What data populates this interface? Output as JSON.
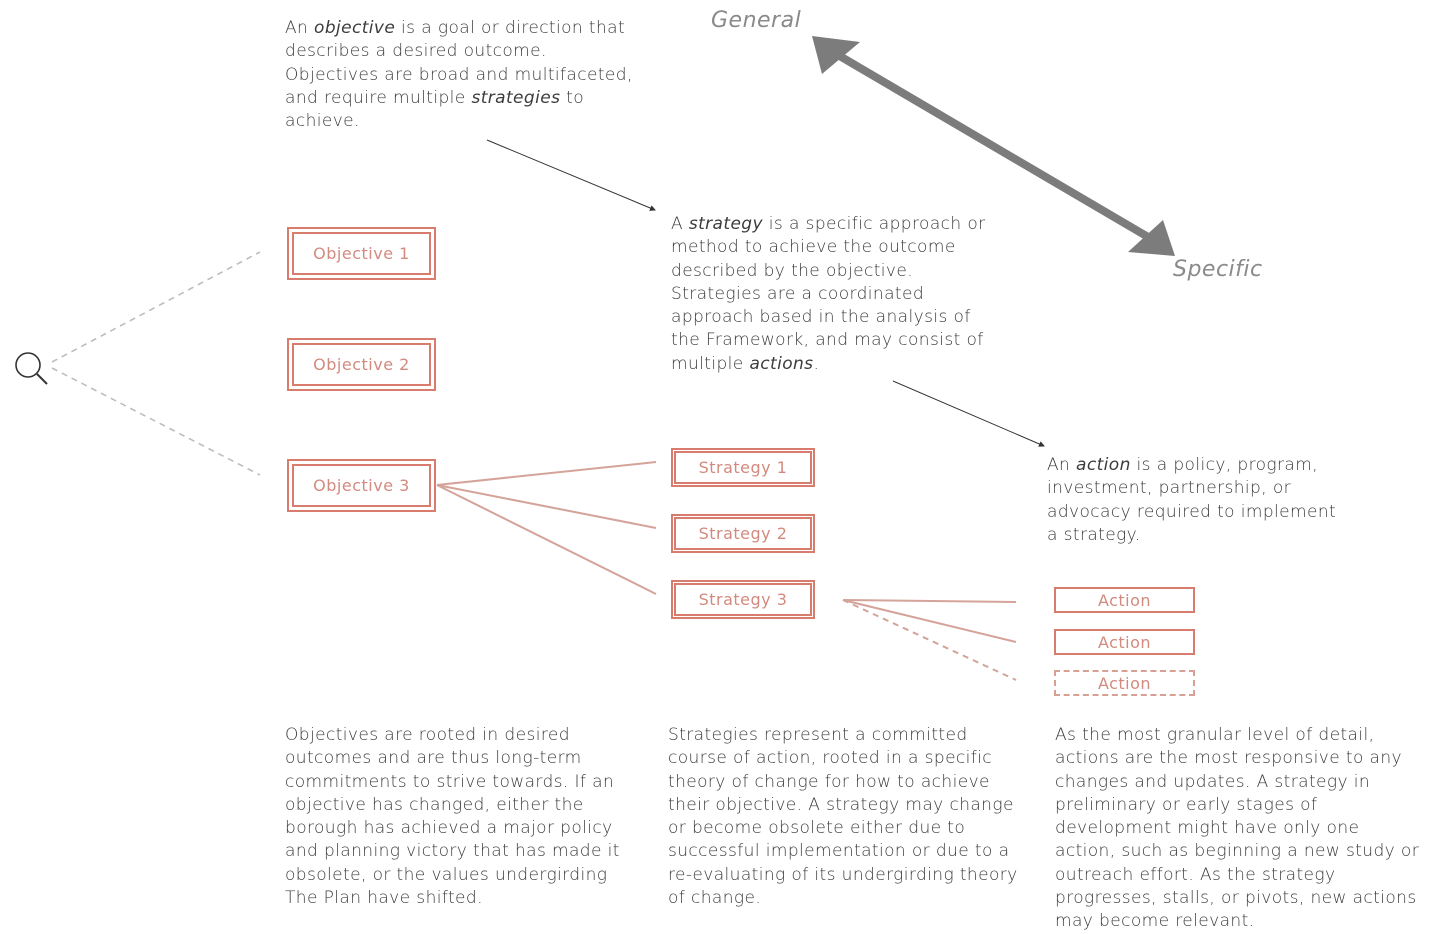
{
  "labels": {
    "general": "General",
    "specific": "Specific"
  },
  "objective_text": {
    "p1": "An ",
    "term": "objective",
    "p2": " is a goal or direction that describes a desired outcome. Objectives are broad and multifaceted, and require multiple ",
    "term2": "strategies",
    "p3": " to achieve."
  },
  "strategy_text": {
    "p1": "A ",
    "term": "strategy",
    "p2": " is a specific approach or method to achieve the outcome described by the objective. Strategies are a coordinated approach based in the analysis of the Framework, and may consist of multiple ",
    "term2": "actions",
    "p3": "."
  },
  "action_text": {
    "p1": "An ",
    "term": "action",
    "p2": " is a policy, program, investment, partnership, or advocacy required to implement a strategy."
  },
  "objectives": [
    "Objective 1",
    "Objective 2",
    "Objective 3"
  ],
  "strategies": [
    "Strategy 1",
    "Strategy 2",
    "Strategy 3"
  ],
  "actions": [
    "Action",
    "Action",
    "Action"
  ],
  "bottom": {
    "objectives": "Objectives are rooted in desired outcomes and are thus long-term commitments to strive towards. If an objective has changed, either the borough has achieved a major policy and planning victory that has made it obsolete, or the values undergirding The Plan have shifted.",
    "strategies": "Strategies represent a committed course of action, rooted in a specific theory of change for how to achieve their objective. A strategy may change or become obsolete either due to successful implementation or due to a re-evaluating of its undergirding theory of change.",
    "actions": "As the most granular level of detail, actions are the most responsive to any changes and updates. A strategy in preliminary or early stages of development might have only one action, such as beginning a new study or outreach effort. As the strategy progresses, stalls, or pivots, new actions may become relevant."
  },
  "icons": {
    "search": "search-icon",
    "double_arrow": "double-arrow-icon"
  },
  "colors": {
    "accent": "#d87c6e",
    "accent_text": "#d38a7e",
    "arrow": "#7c7c7c",
    "text": "#3c3c3c"
  }
}
